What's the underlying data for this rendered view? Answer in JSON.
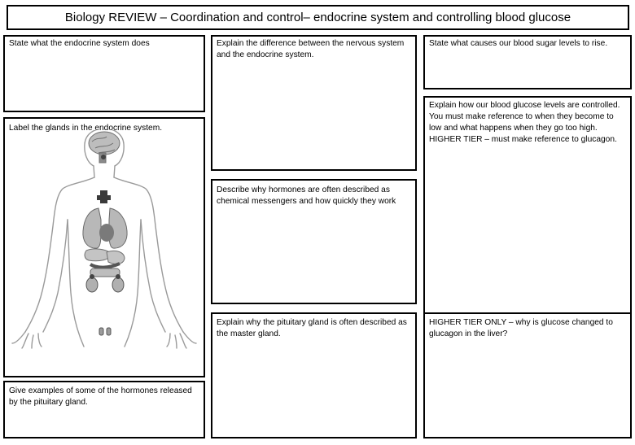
{
  "title": "Biology REVIEW – Coordination and control– endocrine system and controlling blood glucose",
  "boxes": {
    "endocrine_does": "State what the endocrine system does",
    "nervous_vs_endocrine": "Explain the difference between the nervous system and the endocrine system.",
    "blood_sugar_rise": "State what causes our blood sugar levels to rise.",
    "label_glands": "Label the glands in the endocrine system.",
    "glucose_control": "Explain how our blood glucose levels are controlled. You must make reference to when they become to low and what happens when they go too high. HIGHER TIER – must make reference to glucagon.",
    "chemical_messengers": "Describe why hormones are often described as chemical messengers and how quickly they work",
    "pituitary_master": "Explain why the pituitary gland is often described as the master gland.",
    "higher_tier_glucose": "HIGHER TIER ONLY – why is glucose changed to glucagon in the liver?",
    "pituitary_hormones": "Give examples of some of the hormones released by the pituitary gland."
  },
  "figure": {
    "icon": "human-endocrine-diagram-icon"
  }
}
